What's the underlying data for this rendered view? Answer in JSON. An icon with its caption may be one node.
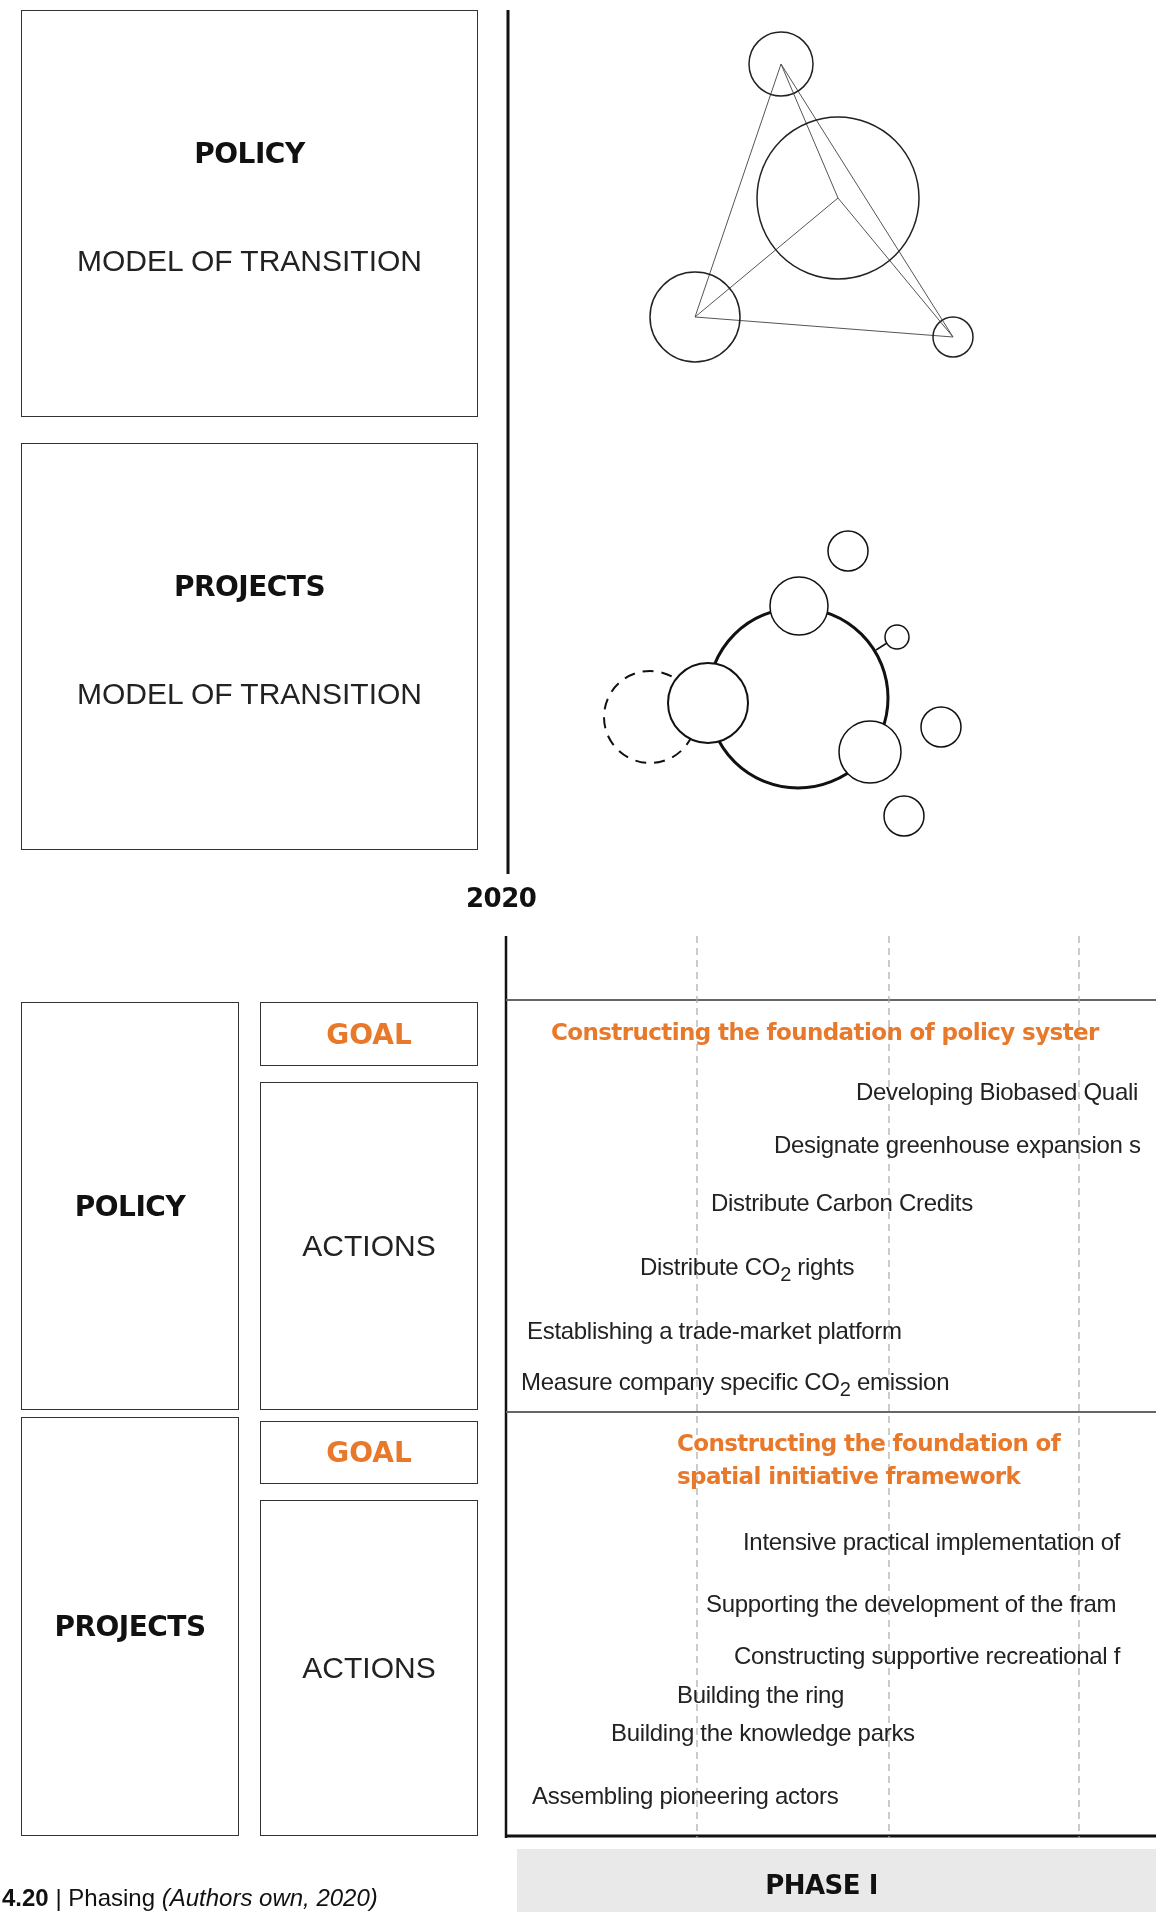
{
  "diagram": {
    "caption": "**4.20** | Phasing *(Authors own, 2020)*",
    "nodes": [
      {
        "text": [
          "POLICY",
          "MODEL OF TRANSITION"
        ]
      },
      {
        "text": [
          "PROJECTS",
          "MODEL OF TRANSITION"
        ]
      },
      {
        "text": [
          "POLICY"
        ]
      },
      {
        "text": [
          "GOAL"
        ]
      },
      {
        "text": [
          "ACTIONS"
        ]
      },
      {
        "text": [
          "PROJECTS"
        ]
      },
      {
        "text": [
          "GOAL"
        ]
      },
      {
        "text": [
          "ACTIONS"
        ]
      },
      {
        "text": [
          "PHASE I"
        ]
      }
    ],
    "labels": [
      "2020",
      "Constructing the foundation of policy syster",
      "Developing Biobased Quali",
      "Designate greenhouse expansion s",
      "Distribute Carbon Credits",
      "Distribute CO$_{2}$ rights",
      "Establishing a trade-market platform",
      "Measure company specific CO$_{2}$ emission",
      "Constructing the foundation of spatial initiative framework",
      "Intensive practical implementation of",
      "Supporting the development of the fram",
      "Constructing supportive recreational f",
      "Building the ring",
      "Building the knowledge parks",
      "Assembling pioneering actors"
    ]
  }
}
